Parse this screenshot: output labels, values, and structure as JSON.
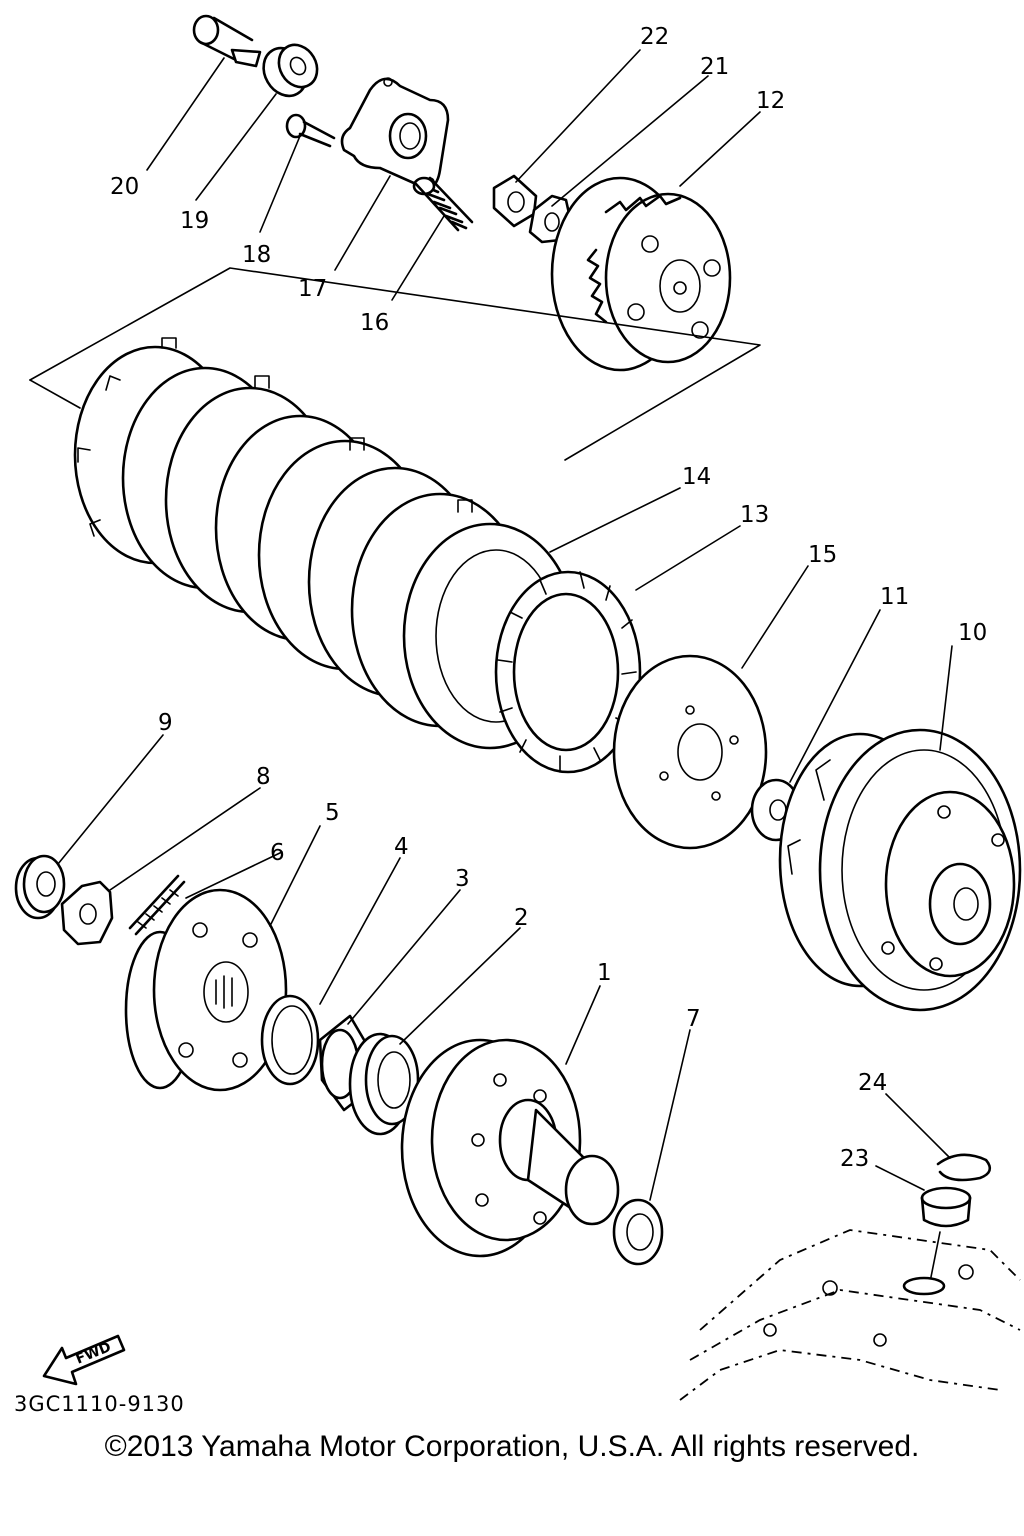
{
  "diagram": {
    "drawing_code": "3GC1110-9130",
    "copyright": "©2013 Yamaha Motor Corporation, U.S.A. All rights reserved.",
    "direction_marker": "FWD",
    "callouts": [
      "1",
      "2",
      "3",
      "4",
      "5",
      "6",
      "7",
      "8",
      "9",
      "10",
      "11",
      "12",
      "13",
      "14",
      "15",
      "16",
      "17",
      "18",
      "19",
      "20",
      "21",
      "22",
      "23",
      "24"
    ]
  }
}
